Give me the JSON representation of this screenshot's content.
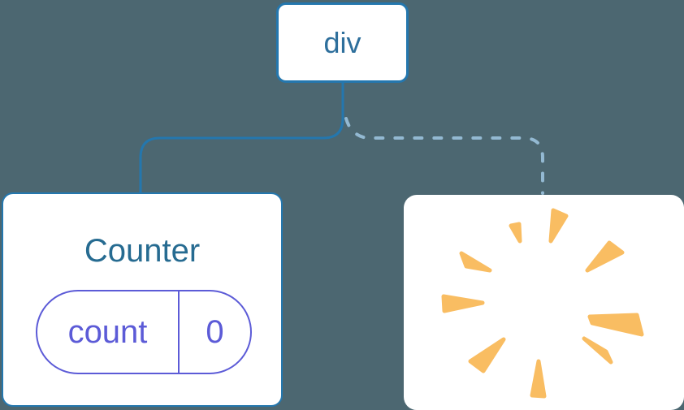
{
  "diagram": {
    "root_node": {
      "label": "div"
    },
    "counter_card": {
      "title": "Counter",
      "state_pill": {
        "name": "count",
        "value": "0"
      }
    },
    "removed_card": {
      "icon": "poof-burst-icon"
    }
  },
  "colors": {
    "background": "#4c6771",
    "card_bg": "#ffffff",
    "blue_border": "#2477ae",
    "blue_text": "#2e6f9c",
    "title_text": "#266b91",
    "solid_connector": "#2477ae",
    "dashed_connector": "#93b9d2",
    "purple": "#5c5bd7",
    "poof_orange": "#f9bd62"
  },
  "poof": {
    "rays": [
      [
        [
          132,
          38
        ],
        [
          142,
          36
        ],
        [
          143,
          57
        ]
      ],
      [
        [
          184,
          19
        ],
        [
          200,
          26
        ],
        [
          181,
          57
        ]
      ],
      [
        [
          253,
          59
        ],
        [
          269,
          71
        ],
        [
          226,
          93
        ]
      ],
      [
        [
          71,
          72
        ],
        [
          77,
          88
        ],
        [
          106,
          93
        ]
      ],
      [
        [
          49,
          125
        ],
        [
          50,
          143
        ],
        [
          97,
          133
        ]
      ],
      [
        [
          229,
          150
        ],
        [
          287,
          148
        ],
        [
          293,
          172
        ],
        [
          232,
          158
        ]
      ],
      [
        [
          222,
          177
        ],
        [
          249,
          193
        ],
        [
          255,
          206
        ]
      ],
      [
        [
          123,
          178
        ],
        [
          82,
          205
        ],
        [
          98,
          217
        ]
      ],
      [
        [
          166,
          205
        ],
        [
          158,
          247
        ],
        [
          173,
          248
        ]
      ]
    ]
  }
}
